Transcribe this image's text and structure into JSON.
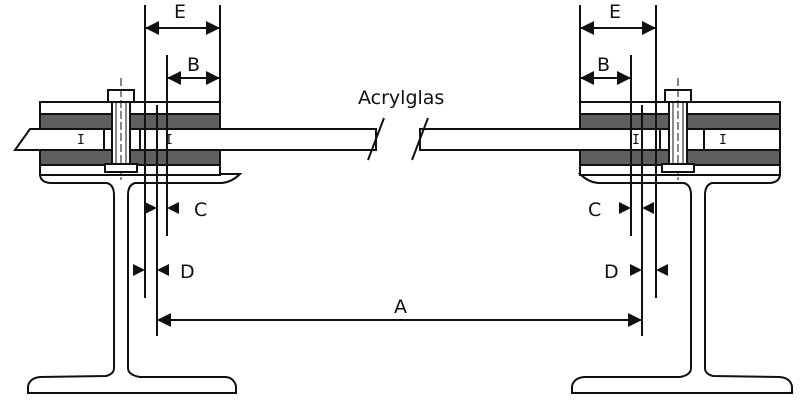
{
  "labels": {
    "acrylic": "Acrylglas",
    "a": "A",
    "b": "B",
    "c": "C",
    "d": "D",
    "e": "E",
    "slot": "I"
  },
  "colors": {
    "line": "#111111",
    "pad": "#5f5f5f",
    "plate": "#ffffff"
  }
}
